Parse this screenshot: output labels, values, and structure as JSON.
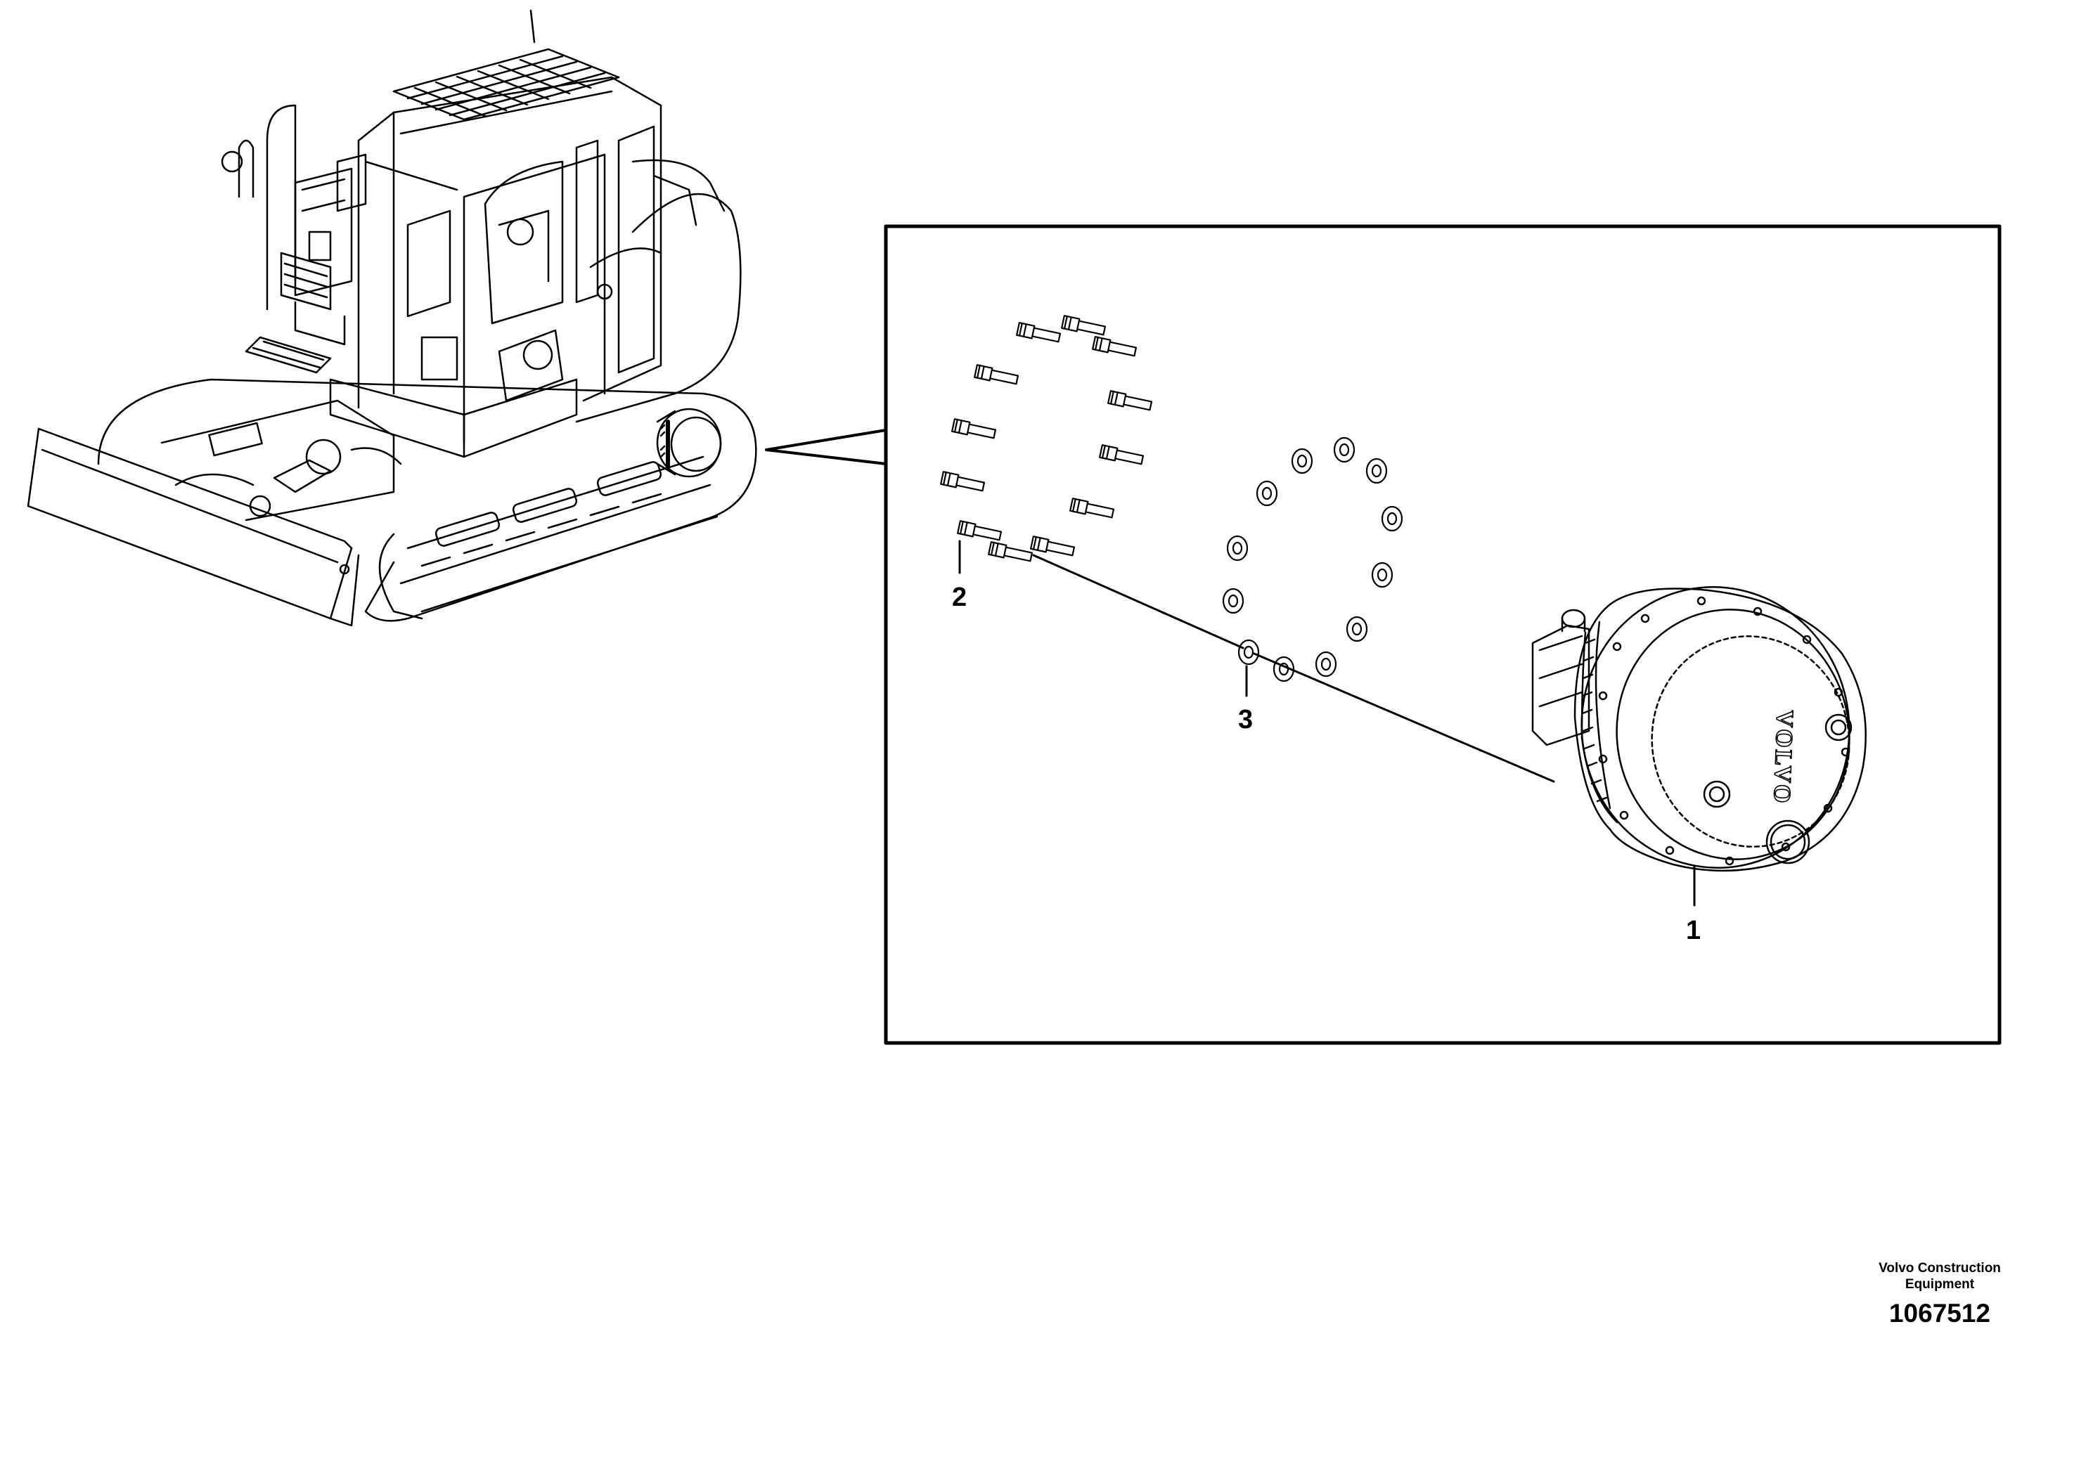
{
  "callouts": {
    "part_1": "1",
    "part_2": "2",
    "part_3": "3"
  },
  "motor": {
    "brand_text": "VOLVO"
  },
  "footer": {
    "maker_line_1": "Volvo Construction",
    "maker_line_2": "Equipment",
    "drawing_number": "1067512"
  },
  "colors": {
    "line": "#000000",
    "background": "#ffffff"
  }
}
